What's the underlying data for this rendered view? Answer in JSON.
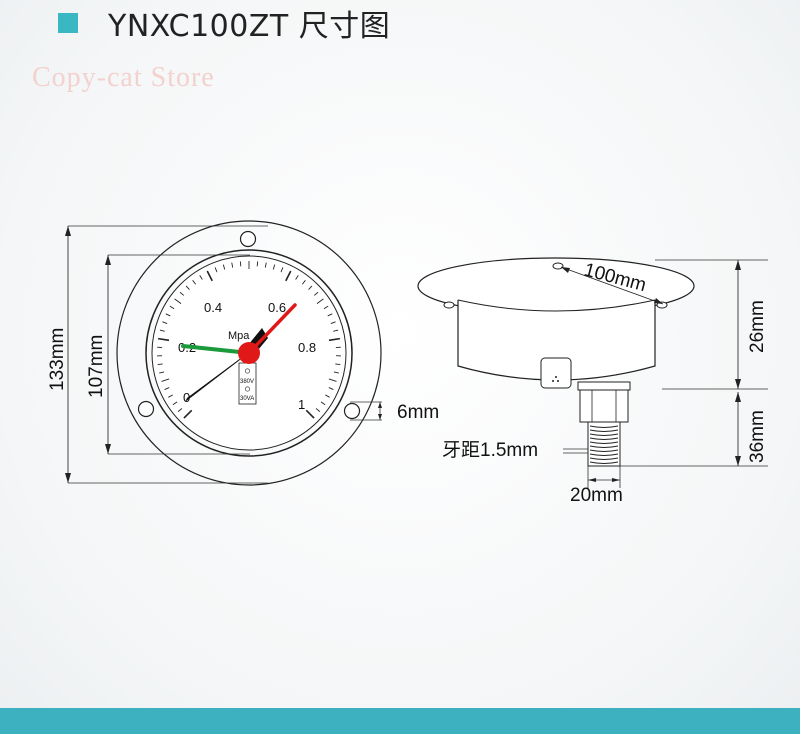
{
  "header": {
    "title": "YNXC100ZT 尺寸图",
    "accent_color": "#39b8c4"
  },
  "watermark": "Copy-cat Store",
  "front_view": {
    "dim_overall": "133mm",
    "dim_face": "107mm",
    "dim_hole": "6mm",
    "unit": "Mpa",
    "scale_labels": [
      "0",
      "0.2",
      "0.4",
      "0.6",
      "0.8",
      "1"
    ],
    "plate_voltage": "380V",
    "plate_power": "30VA",
    "needle_colors": {
      "green": "#1a9a3a",
      "red": "#e01818",
      "black": "#111111"
    }
  },
  "side_view": {
    "dim_flange": "100mm",
    "dim_body": "26mm",
    "dim_thread_length": "36mm",
    "dim_thread_pitch": "牙距1.5mm",
    "dim_thread_dia": "20mm"
  },
  "footer": {
    "bar_color": "#3eb1c0"
  }
}
